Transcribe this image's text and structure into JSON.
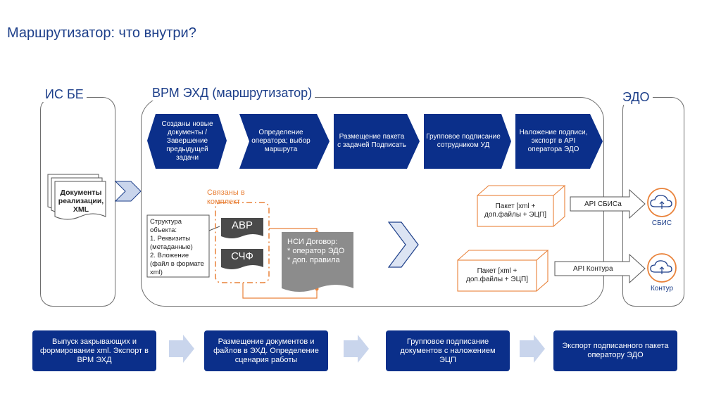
{
  "title": "Маршрутизатор: что внутри?",
  "left_panel": {
    "title": "ИС БЕ",
    "doc_label": "Документы реализации, XML"
  },
  "center_panel": {
    "title": "ВРМ ЭХД (маршрутизатор)",
    "steps": [
      {
        "label": "Созданы новые документы / Завершение предыдущей задачи"
      },
      {
        "label": "Определение оператора; выбор маршрута"
      },
      {
        "label": "Размещение пакета с задачей Подписать"
      },
      {
        "label": "Групповое подписание сотрудником УД"
      },
      {
        "label": "Наложение подписи, экспорт в API оператора ЭДО"
      }
    ],
    "structure_note": "Структура объекта:\n1. Реквизиты (метаданные)\n2. Вложение (файл в формате xml)",
    "bundle_label": "Связаны в комплект",
    "doc_avr": "АВР",
    "doc_sf": "СЧФ",
    "nsi_text": "НСИ Договор:\n* оператор ЭДО\n* доп. правила",
    "package1": "Пакет [xml + доп.файлы + ЭЦП]",
    "package2": "Пакет [xml + доп.файлы + ЭЦП]"
  },
  "right_panel": {
    "title": "ЭДО",
    "api1": "API СБИСа",
    "api2": "API Контура",
    "op1": "СБИС",
    "op2": "Контур"
  },
  "bottom_steps": [
    {
      "label": "Выпуск закрывающих и формирование xml. Экспорт в ВРМ ЭХД"
    },
    {
      "label": "Размещение документов и файлов в ЭХД. Определение сценария работы"
    },
    {
      "label": "Групповое подписание документов с наложением ЭЦП"
    },
    {
      "label": "Экспорт подписанного пакета оператору ЭДО"
    }
  ],
  "colors": {
    "navy": "#0b2f8a",
    "orange": "#e9823a",
    "grey": "#8c8c8c",
    "chevron": "#c9d5ec"
  }
}
